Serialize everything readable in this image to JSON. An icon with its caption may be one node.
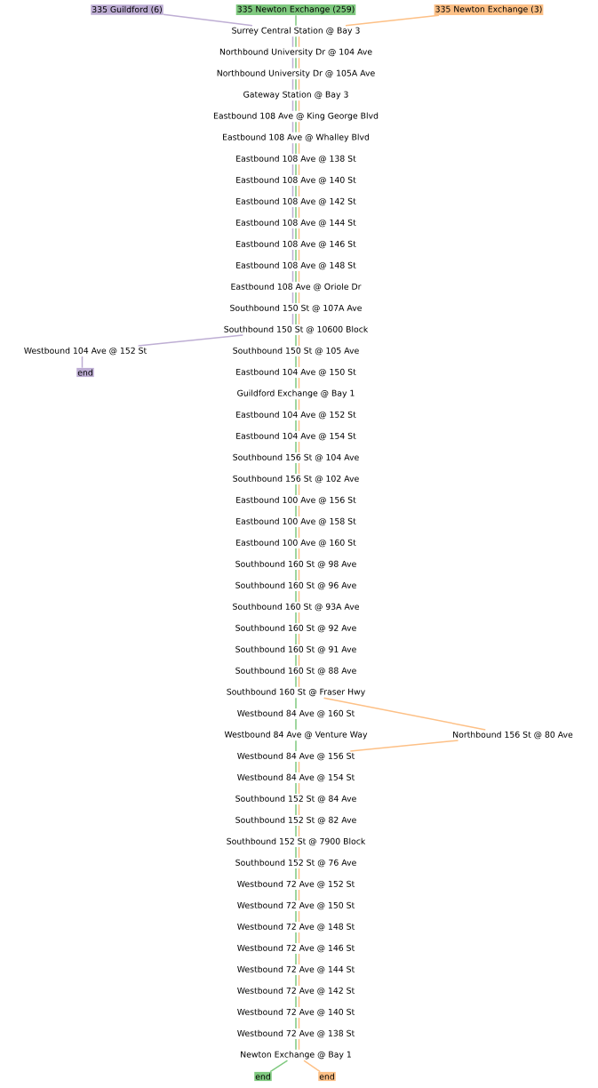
{
  "diagram": {
    "nodes": [
      {
        "text": [
          "335 Guildford (6)"
        ]
      },
      {
        "text": [
          "335 Newton Exchange (259)"
        ]
      },
      {
        "text": [
          "335 Newton Exchange (3)"
        ]
      },
      {
        "text": [
          "Surrey Central Station @ Bay 3"
        ]
      },
      {
        "text": [
          "Northbound University Dr @ 104 Ave"
        ]
      },
      {
        "text": [
          "Northbound University Dr @ 105A Ave"
        ]
      },
      {
        "text": [
          "Gateway Station @ Bay 3"
        ]
      },
      {
        "text": [
          "Eastbound 108 Ave @ King George Blvd"
        ]
      },
      {
        "text": [
          "Eastbound 108 Ave @ Whalley Blvd"
        ]
      },
      {
        "text": [
          "Eastbound 108 Ave @ 138 St"
        ]
      },
      {
        "text": [
          "Eastbound 108 Ave @ 140 St"
        ]
      },
      {
        "text": [
          "Eastbound 108 Ave @ 142 St"
        ]
      },
      {
        "text": [
          "Eastbound 108 Ave @ 144 St"
        ]
      },
      {
        "text": [
          "Eastbound 108 Ave @ 146 St"
        ]
      },
      {
        "text": [
          "Eastbound 108 Ave @ 148 St"
        ]
      },
      {
        "text": [
          "Eastbound 108 Ave @ Oriole Dr"
        ]
      },
      {
        "text": [
          "Southbound 150 St @ 107A Ave"
        ]
      },
      {
        "text": [
          "Southbound 150 St @ 10600 Block"
        ]
      },
      {
        "text": [
          "Westbound 104 Ave @ 152 St"
        ]
      },
      {
        "text": [
          "end"
        ]
      },
      {
        "text": [
          "Southbound 150 St @ 105 Ave"
        ]
      },
      {
        "text": [
          "Eastbound 104 Ave @ 150 St"
        ]
      },
      {
        "text": [
          "Guildford Exchange @ Bay 1"
        ]
      },
      {
        "text": [
          "Eastbound 104 Ave @ 152 St"
        ]
      },
      {
        "text": [
          "Eastbound 104 Ave @ 154 St"
        ]
      },
      {
        "text": [
          "Southbound 156 St @ 104 Ave"
        ]
      },
      {
        "text": [
          "Southbound 156 St @ 102 Ave"
        ]
      },
      {
        "text": [
          "Eastbound 100 Ave @ 156 St"
        ]
      },
      {
        "text": [
          "Eastbound 100 Ave @ 158 St"
        ]
      },
      {
        "text": [
          "Eastbound 100 Ave @ 160 St"
        ]
      },
      {
        "text": [
          "Southbound 160 St @ 98 Ave"
        ]
      },
      {
        "text": [
          "Southbound 160 St @ 96 Ave"
        ]
      },
      {
        "text": [
          "Southbound 160 St @ 93A Ave"
        ]
      },
      {
        "text": [
          "Southbound 160 St @ 92 Ave"
        ]
      },
      {
        "text": [
          "Southbound 160 St @ 91 Ave"
        ]
      },
      {
        "text": [
          "Southbound 160 St @ 88 Ave"
        ]
      },
      {
        "text": [
          "Southbound 160 St @ Fraser Hwy"
        ]
      },
      {
        "text": [
          "Westbound 84 Ave @ 160 St"
        ]
      },
      {
        "text": [
          "Westbound 84 Ave @ Venture Way"
        ]
      },
      {
        "text": [
          "Northbound 156 St @ 80 Ave"
        ]
      },
      {
        "text": [
          "Westbound 84 Ave @ 156 St"
        ]
      },
      {
        "text": [
          "Westbound 84 Ave @ 154 St"
        ]
      },
      {
        "text": [
          "Southbound 152 St @ 84 Ave"
        ]
      },
      {
        "text": [
          "Southbound 152 St @ 82 Ave"
        ]
      },
      {
        "text": [
          "Southbound 152 St @ 7900 Block"
        ]
      },
      {
        "text": [
          "Southbound 152 St @ 76 Ave"
        ]
      },
      {
        "text": [
          "Westbound 72 Ave @ 152 St"
        ]
      },
      {
        "text": [
          "Westbound 72 Ave @ 150 St"
        ]
      },
      {
        "text": [
          "Westbound 72 Ave @ 148 St"
        ]
      },
      {
        "text": [
          "Westbound 72 Ave @ 146 St"
        ]
      },
      {
        "text": [
          "Westbound 72 Ave @ 144 St"
        ]
      },
      {
        "text": [
          "Westbound 72 Ave @ 142 St"
        ]
      },
      {
        "text": [
          "Westbound 72 Ave @ 140 St"
        ]
      },
      {
        "text": [
          "Westbound 72 Ave @ 138 St"
        ]
      },
      {
        "text": [
          "Newton Exchange @ Bay 1"
        ]
      },
      {
        "text": [
          "end"
        ]
      },
      {
        "text": [
          "end"
        ]
      }
    ],
    "edges": [
      {
        "from": 0,
        "to": 3,
        "arrow": "none",
        "color": "#beaed4"
      },
      {
        "from": 3,
        "to": 4,
        "arrow": "none",
        "color": "#beaed4"
      },
      {
        "from": 4,
        "to": 5,
        "arrow": "none",
        "color": "#beaed4"
      },
      {
        "from": 5,
        "to": 6,
        "arrow": "none",
        "color": "#beaed4"
      },
      {
        "from": 6,
        "to": 7,
        "arrow": "none",
        "color": "#beaed4"
      },
      {
        "from": 7,
        "to": 8,
        "arrow": "none",
        "color": "#beaed4"
      },
      {
        "from": 8,
        "to": 9,
        "arrow": "none",
        "color": "#beaed4"
      },
      {
        "from": 9,
        "to": 10,
        "arrow": "none",
        "color": "#beaed4"
      },
      {
        "from": 10,
        "to": 11,
        "arrow": "none",
        "color": "#beaed4"
      },
      {
        "from": 11,
        "to": 12,
        "arrow": "none",
        "color": "#beaed4"
      },
      {
        "from": 12,
        "to": 13,
        "arrow": "none",
        "color": "#beaed4"
      },
      {
        "from": 13,
        "to": 14,
        "arrow": "none",
        "color": "#beaed4"
      },
      {
        "from": 14,
        "to": 15,
        "arrow": "none",
        "color": "#beaed4"
      },
      {
        "from": 15,
        "to": 16,
        "arrow": "none",
        "color": "#beaed4"
      },
      {
        "from": 16,
        "to": 17,
        "arrow": "none",
        "color": "#beaed4"
      },
      {
        "from": 17,
        "to": 18,
        "arrow": "none",
        "color": "#beaed4"
      },
      {
        "from": 18,
        "to": 19,
        "arrow": "none",
        "color": "#beaed4"
      },
      {
        "from": 1,
        "to": 3,
        "arrow": "none"
      },
      {
        "from": 3,
        "to": 4,
        "arrow": "none"
      },
      {
        "from": 4,
        "to": 5,
        "arrow": "none"
      },
      {
        "from": 5,
        "to": 6,
        "arrow": "none"
      },
      {
        "from": 6,
        "to": 7,
        "arrow": "none"
      },
      {
        "from": 7,
        "to": 8,
        "arrow": "none"
      },
      {
        "from": 8,
        "to": 9,
        "arrow": "none"
      },
      {
        "from": 9,
        "to": 10,
        "arrow": "none"
      },
      {
        "from": 10,
        "to": 11,
        "arrow": "none"
      },
      {
        "from": 11,
        "to": 12,
        "arrow": "none"
      },
      {
        "from": 12,
        "to": 13,
        "arrow": "none"
      },
      {
        "from": 13,
        "to": 14,
        "arrow": "none"
      },
      {
        "from": 14,
        "to": 15,
        "arrow": "none"
      },
      {
        "from": 15,
        "to": 16,
        "arrow": "none"
      },
      {
        "from": 16,
        "to": 17,
        "arrow": "none"
      },
      {
        "from": 17,
        "to": 20,
        "arrow": "none"
      },
      {
        "from": 20,
        "to": 21,
        "arrow": "none"
      },
      {
        "from": 21,
        "to": 22,
        "arrow": "none"
      },
      {
        "from": 22,
        "to": 23,
        "arrow": "none"
      },
      {
        "from": 23,
        "to": 24,
        "arrow": "none"
      },
      {
        "from": 24,
        "to": 25,
        "arrow": "none"
      },
      {
        "from": 25,
        "to": 26,
        "arrow": "none"
      },
      {
        "from": 26,
        "to": 27,
        "arrow": "none"
      },
      {
        "from": 27,
        "to": 28,
        "arrow": "none"
      },
      {
        "from": 28,
        "to": 29,
        "arrow": "none"
      },
      {
        "from": 29,
        "to": 30,
        "arrow": "none"
      },
      {
        "from": 30,
        "to": 31,
        "arrow": "none"
      },
      {
        "from": 31,
        "to": 32,
        "arrow": "none"
      },
      {
        "from": 32,
        "to": 33,
        "arrow": "none"
      },
      {
        "from": 33,
        "to": 34,
        "arrow": "none"
      },
      {
        "from": 34,
        "to": 35,
        "arrow": "none"
      },
      {
        "from": 35,
        "to": 36,
        "arrow": "none"
      },
      {
        "from": 36,
        "to": 37,
        "arrow": "none"
      },
      {
        "from": 37,
        "to": 38,
        "arrow": "none"
      },
      {
        "from": 38,
        "to": 40,
        "arrow": "none"
      },
      {
        "from": 40,
        "to": 41,
        "arrow": "none"
      },
      {
        "from": 41,
        "to": 42,
        "arrow": "none"
      },
      {
        "from": 42,
        "to": 43,
        "arrow": "none"
      },
      {
        "from": 43,
        "to": 44,
        "arrow": "none"
      },
      {
        "from": 44,
        "to": 45,
        "arrow": "none"
      },
      {
        "from": 45,
        "to": 46,
        "arrow": "none"
      },
      {
        "from": 46,
        "to": 47,
        "arrow": "none"
      },
      {
        "from": 47,
        "to": 48,
        "arrow": "none"
      },
      {
        "from": 48,
        "to": 49,
        "arrow": "none"
      },
      {
        "from": 49,
        "to": 50,
        "arrow": "none"
      },
      {
        "from": 50,
        "to": 51,
        "arrow": "none"
      },
      {
        "from": 51,
        "to": 52,
        "arrow": "none"
      },
      {
        "from": 52,
        "to": 53,
        "arrow": "none"
      },
      {
        "from": 53,
        "to": 54,
        "arrow": "none"
      },
      {
        "from": 54,
        "to": 55,
        "arrow": "none"
      },
      {
        "from": 2,
        "to": 3,
        "arrow": "none",
        "color": "#fdc086"
      },
      {
        "from": 3,
        "to": 4,
        "arrow": "none",
        "color": "#fdc086"
      },
      {
        "from": 4,
        "to": 5,
        "arrow": "none",
        "color": "#fdc086"
      },
      {
        "from": 5,
        "to": 6,
        "arrow": "none",
        "color": "#fdc086"
      },
      {
        "from": 6,
        "to": 7,
        "arrow": "none",
        "color": "#fdc086"
      },
      {
        "from": 7,
        "to": 8,
        "arrow": "none",
        "color": "#fdc086"
      },
      {
        "from": 8,
        "to": 9,
        "arrow": "none",
        "color": "#fdc086"
      },
      {
        "from": 9,
        "to": 10,
        "arrow": "none",
        "color": "#fdc086"
      },
      {
        "from": 10,
        "to": 11,
        "arrow": "none",
        "color": "#fdc086"
      },
      {
        "from": 11,
        "to": 12,
        "arrow": "none",
        "color": "#fdc086"
      },
      {
        "from": 12,
        "to": 13,
        "arrow": "none",
        "color": "#fdc086"
      },
      {
        "from": 13,
        "to": 14,
        "arrow": "none",
        "color": "#fdc086"
      },
      {
        "from": 14,
        "to": 15,
        "arrow": "none",
        "color": "#fdc086"
      },
      {
        "from": 15,
        "to": 16,
        "arrow": "none",
        "color": "#fdc086"
      },
      {
        "from": 16,
        "to": 17,
        "arrow": "none",
        "color": "#fdc086"
      },
      {
        "from": 17,
        "to": 20,
        "arrow": "none",
        "color": "#fdc086"
      },
      {
        "from": 20,
        "to": 21,
        "arrow": "none",
        "color": "#fdc086"
      },
      {
        "from": 21,
        "to": 22,
        "arrow": "none",
        "color": "#fdc086"
      },
      {
        "from": 22,
        "to": 23,
        "arrow": "none",
        "color": "#fdc086"
      },
      {
        "from": 23,
        "to": 24,
        "arrow": "none",
        "color": "#fdc086"
      },
      {
        "from": 24,
        "to": 25,
        "arrow": "none",
        "color": "#fdc086"
      },
      {
        "from": 25,
        "to": 26,
        "arrow": "none",
        "color": "#fdc086"
      },
      {
        "from": 26,
        "to": 27,
        "arrow": "none",
        "color": "#fdc086"
      },
      {
        "from": 27,
        "to": 28,
        "arrow": "none",
        "color": "#fdc086"
      },
      {
        "from": 28,
        "to": 29,
        "arrow": "none",
        "color": "#fdc086"
      },
      {
        "from": 29,
        "to": 30,
        "arrow": "none",
        "color": "#fdc086"
      },
      {
        "from": 30,
        "to": 31,
        "arrow": "none",
        "color": "#fdc086"
      },
      {
        "from": 31,
        "to": 32,
        "arrow": "none",
        "color": "#fdc086"
      },
      {
        "from": 32,
        "to": 33,
        "arrow": "none",
        "color": "#fdc086"
      },
      {
        "from": 33,
        "to": 34,
        "arrow": "none",
        "color": "#fdc086"
      },
      {
        "from": 34,
        "to": 35,
        "arrow": "none",
        "color": "#fdc086"
      },
      {
        "from": 35,
        "to": 36,
        "arrow": "none",
        "color": "#fdc086"
      },
      {
        "from": 36,
        "to": 39,
        "arrow": "none",
        "color": "#fdc086"
      },
      {
        "from": 39,
        "to": 40,
        "arrow": "none",
        "color": "#fdc086"
      },
      {
        "from": 40,
        "to": 41,
        "arrow": "none",
        "color": "#fdc086"
      },
      {
        "from": 41,
        "to": 42,
        "arrow": "none",
        "color": "#fdc086"
      },
      {
        "from": 42,
        "to": 43,
        "arrow": "none",
        "color": "#fdc086"
      },
      {
        "from": 43,
        "to": 44,
        "arrow": "none",
        "color": "#fdc086"
      },
      {
        "from": 44,
        "to": 45,
        "arrow": "none",
        "color": "#fdc086"
      },
      {
        "from": 45,
        "to": 46,
        "arrow": "none",
        "color": "#fdc086"
      },
      {
        "from": 46,
        "to": 47,
        "arrow": "none",
        "color": "#fdc086"
      },
      {
        "from": 47,
        "to": 48,
        "arrow": "none",
        "color": "#fdc086"
      },
      {
        "from": 48,
        "to": 49,
        "arrow": "none",
        "color": "#fdc086"
      },
      {
        "from": 49,
        "to": 50,
        "arrow": "none",
        "color": "#fdc086"
      },
      {
        "from": 50,
        "to": 51,
        "arrow": "none",
        "color": "#fdc086"
      },
      {
        "from": 51,
        "to": 52,
        "arrow": "none",
        "color": "#fdc086"
      },
      {
        "from": 52,
        "to": 53,
        "arrow": "none",
        "color": "#fdc086"
      },
      {
        "from": 53,
        "to": 54,
        "arrow": "none",
        "color": "#fdc086"
      },
      {
        "from": 54,
        "to": 56,
        "arrow": "none",
        "color": "#fdc086"
      }
    ]
  }
}
